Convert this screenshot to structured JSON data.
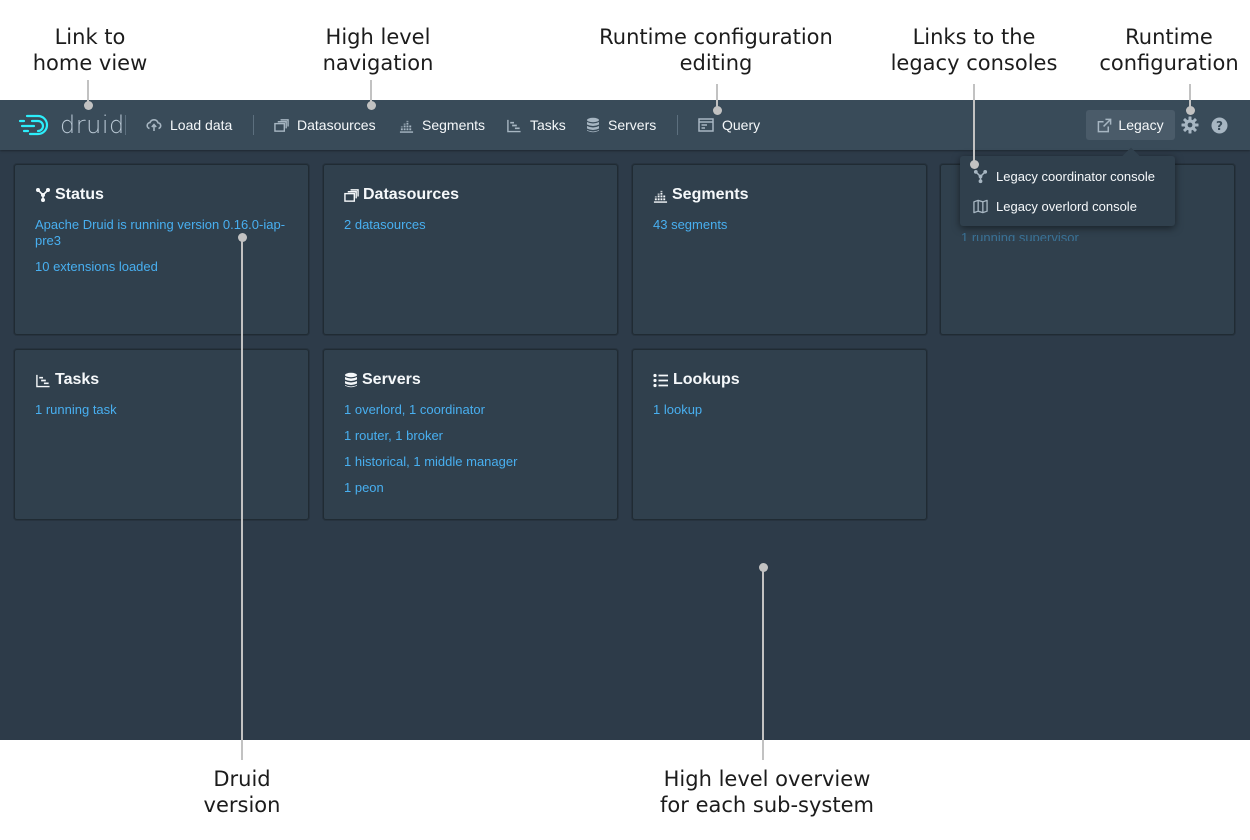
{
  "annotations": {
    "home_view": [
      "Link to",
      "home view"
    ],
    "high_level_nav": [
      "High level",
      "navigation"
    ],
    "runtime_config_editing": [
      "Runtime configuration",
      "editing"
    ],
    "legacy_consoles": [
      "Links to the",
      "legacy consoles"
    ],
    "runtime_config": [
      "Runtime",
      "configuration"
    ],
    "druid_version": [
      "Druid",
      "version"
    ],
    "overview": [
      "High level overview",
      "for each sub-system"
    ]
  },
  "navbar": {
    "logo_text": "druid",
    "load_data": "Load data",
    "datasources": "Datasources",
    "segments": "Segments",
    "tasks": "Tasks",
    "servers": "Servers",
    "query": "Query",
    "legacy": "Legacy"
  },
  "legacy_menu": {
    "coordinator": "Legacy coordinator console",
    "overlord": "Legacy overlord console"
  },
  "cards": {
    "status": {
      "title": "Status",
      "line1": "Apache Druid is running version 0.16.0-iap-pre3",
      "line2": "10 extensions loaded"
    },
    "datasources": {
      "title": "Datasources",
      "line1": "2 datasources"
    },
    "segments": {
      "title": "Segments",
      "line1": "43 segments"
    },
    "supervisors": {
      "line1": "1 running supervisor"
    },
    "tasks": {
      "title": "Tasks",
      "line1": "1 running task"
    },
    "servers": {
      "title": "Servers",
      "line1": "1 overlord, 1 coordinator",
      "line2": "1 router, 1 broker",
      "line3": "1 historical, 1 middle manager",
      "line4": "1 peon"
    },
    "lookups": {
      "title": "Lookups",
      "line1": "1 lookup"
    }
  },
  "colors": {
    "app_bg": "#2d3b49",
    "navbar_bg": "#394b59",
    "card_bg": "#30404d",
    "link": "#48aff0",
    "accent_logo": "#2ceefb"
  }
}
